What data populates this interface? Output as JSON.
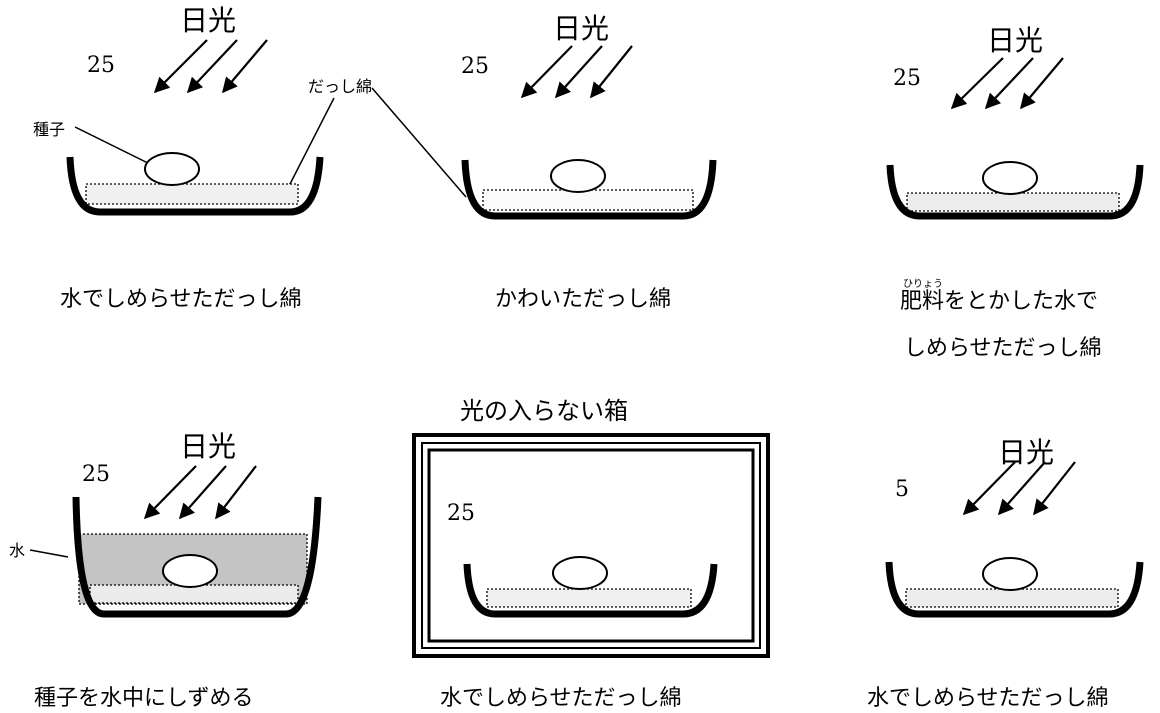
{
  "box_title": "光の入らない箱",
  "ruby": "ひりょう",
  "labels": {
    "seed": "種子",
    "cotton": "だっし綿",
    "water": "水"
  },
  "colors": {
    "water_fill": "#c4c4c4",
    "cotton_fill": "#f0f0f0",
    "ink": "#000000"
  },
  "panels": [
    {
      "id": "p1",
      "sun": "日光",
      "temp": "25",
      "caption_lines": [
        "水でしめらせただっし綿"
      ]
    },
    {
      "id": "p2",
      "sun": "日光",
      "temp": "25",
      "caption_lines": [
        "かわいただっし綿"
      ]
    },
    {
      "id": "p3",
      "sun": "日光",
      "temp": "25",
      "caption_lines": [
        "肥料をとかした水で",
        "しめらせただっし綿"
      ]
    },
    {
      "id": "p4",
      "sun": "日光",
      "temp": "25",
      "caption_lines": [
        "種子を水中にしずめる"
      ]
    },
    {
      "id": "p5",
      "temp": "25",
      "caption_lines": [
        "水でしめらせただっし綿"
      ]
    },
    {
      "id": "p6",
      "sun": "日光",
      "temp": "5",
      "caption_lines": [
        "水でしめらせただっし綿"
      ]
    }
  ]
}
